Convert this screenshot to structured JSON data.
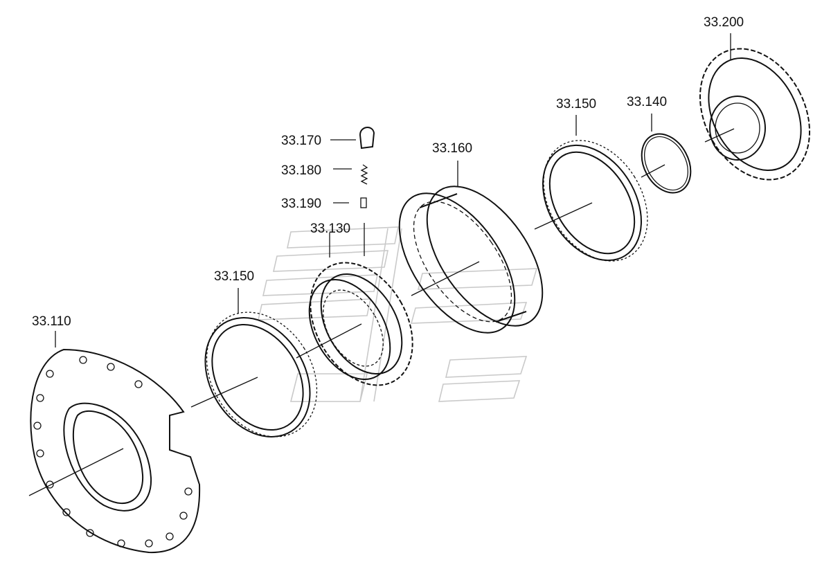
{
  "labels": {
    "p33_110": "33.110",
    "p33_150_left": "33.150",
    "p33_130": "33.130",
    "p33_170": "33.170",
    "p33_180": "33.180",
    "p33_190": "33.190",
    "p33_160": "33.160",
    "p33_150_right": "33.150",
    "p33_140": "33.140",
    "p33_200": "33.200"
  },
  "icons": {
    "watermark": "company-logo-watermark"
  }
}
